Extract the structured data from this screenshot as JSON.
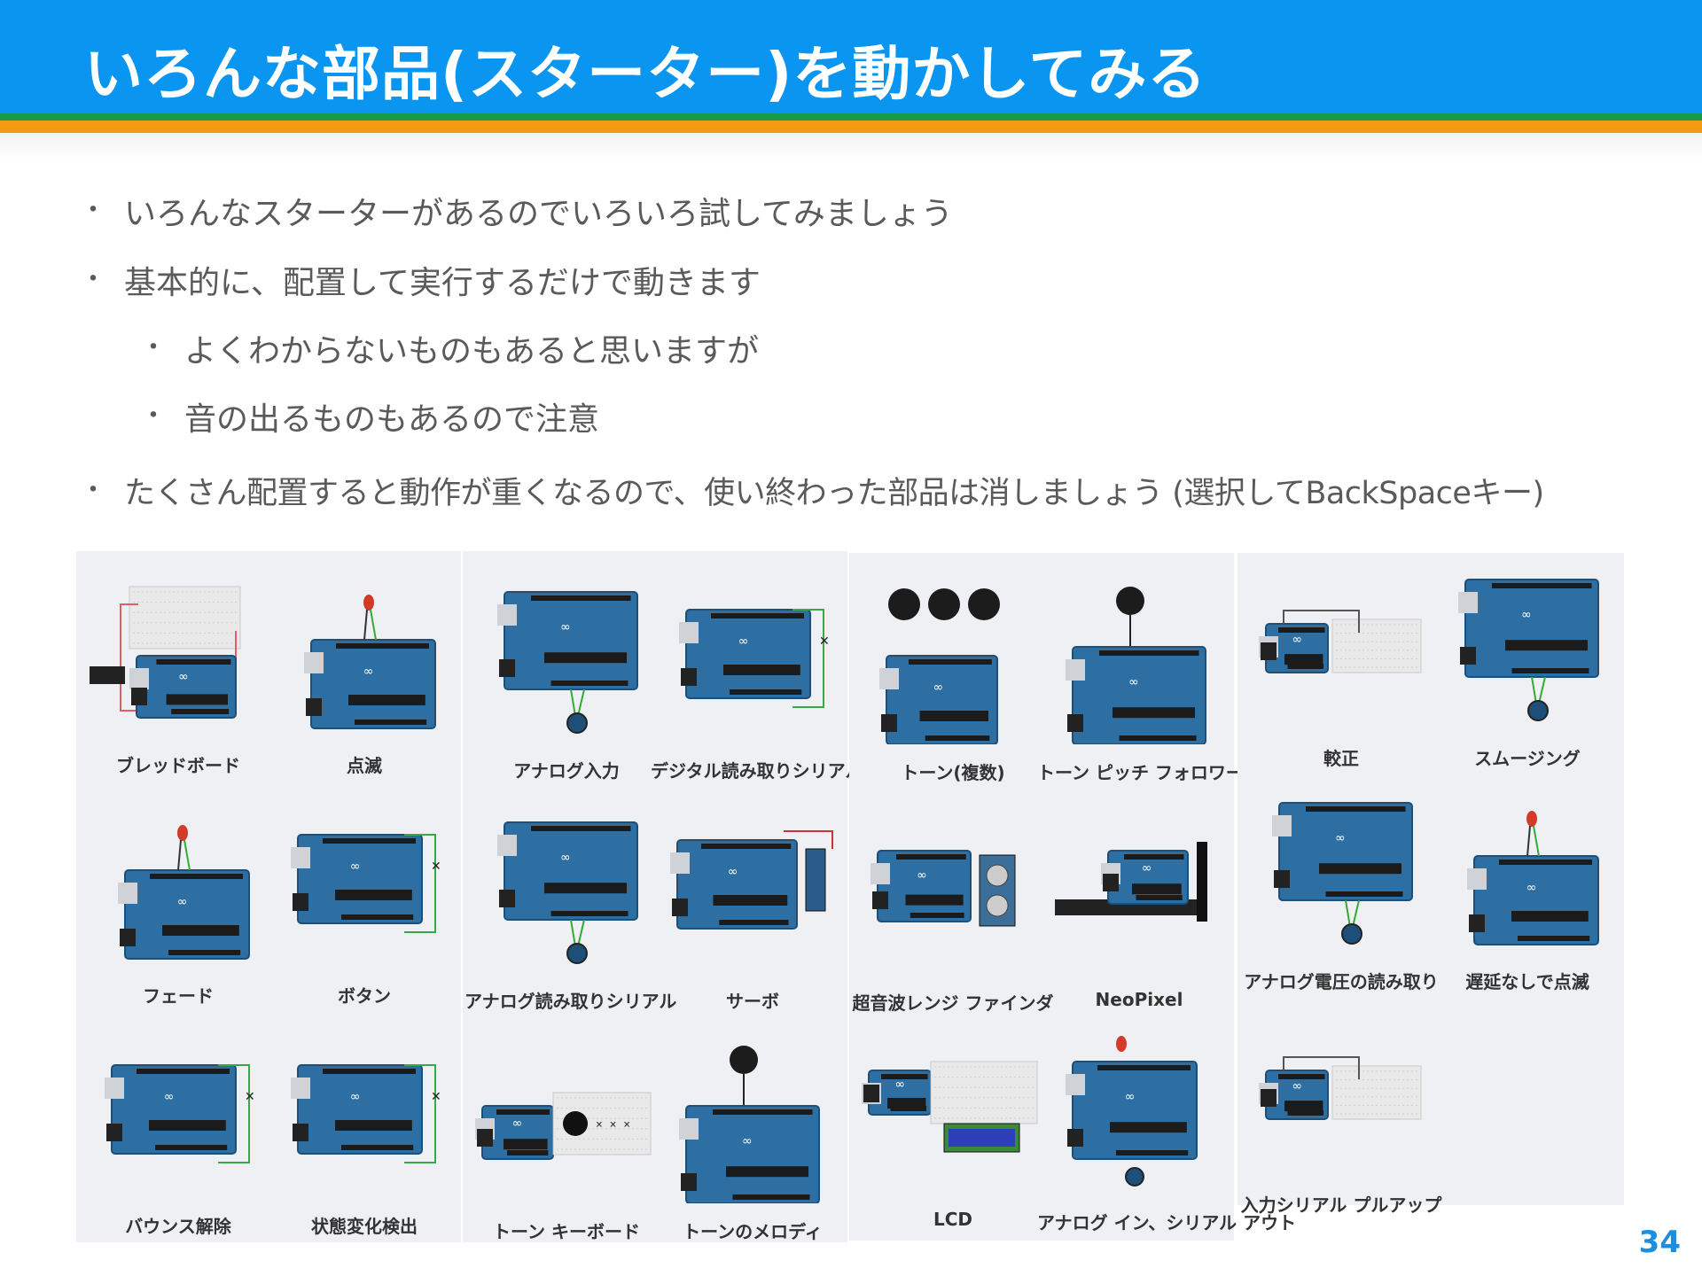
{
  "slide": {
    "title": "いろんな部品(スターター)を動かしてみる",
    "page_number": "34"
  },
  "colors": {
    "title_bar": "#0a96f0",
    "stripe_green": "#179a4a",
    "stripe_orange": "#f39a12",
    "board_blue": "#2d6fa3",
    "panel_bg": "#eef0f4"
  },
  "bullets": [
    {
      "text": "いろんなスターターがあるのでいろいろ試してみましょう",
      "level": 1
    },
    {
      "text": "基本的に、配置して実行するだけで動きます",
      "level": 1
    },
    {
      "text": "よくわからないものもあると思いますが",
      "level": 2
    },
    {
      "text": "音の出るものもあるので注意",
      "level": 2
    },
    {
      "text": "たくさん配置すると動作が重くなるので、使い終わった部品は消しましょう (選択してBackSpaceキー)",
      "level": 1
    }
  ],
  "bullet_glyph": "・",
  "panels": [
    {
      "starters": [
        "ブレッドボード",
        "点滅",
        "フェード",
        "ボタン",
        "バウンス解除",
        "状態変化検出"
      ]
    },
    {
      "starters": [
        "アナログ入力",
        "デジタル読み取りシリアル",
        "アナログ読み取りシリアル",
        "サーボ",
        "トーン キーボード",
        "トーンのメロディ"
      ]
    },
    {
      "starters": [
        "トーン(複数)",
        "トーン ピッチ フォロワー",
        "超音波レンジ ファインダ",
        "NeoPixel",
        "LCD",
        "アナログ イン、シリアル アウト"
      ]
    },
    {
      "starters": [
        "較正",
        "スムージング",
        "アナログ電圧の読み取り",
        "遅延なしで点滅",
        "入力シリアル プルアップ"
      ]
    }
  ]
}
